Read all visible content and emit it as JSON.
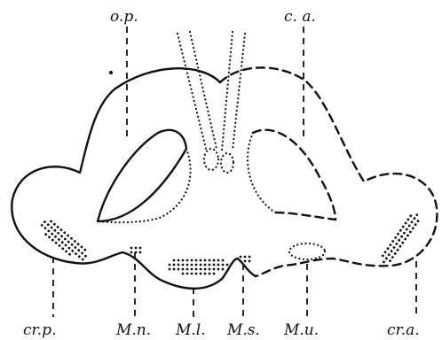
{
  "labels": {
    "op": "o.p.",
    "ca": "c. a.",
    "crp": "cr.p.",
    "mn": "M.n.",
    "ml": "M.l.",
    "ms": "M.s.",
    "mu": "M.u.",
    "cra": "cr.a."
  }
}
